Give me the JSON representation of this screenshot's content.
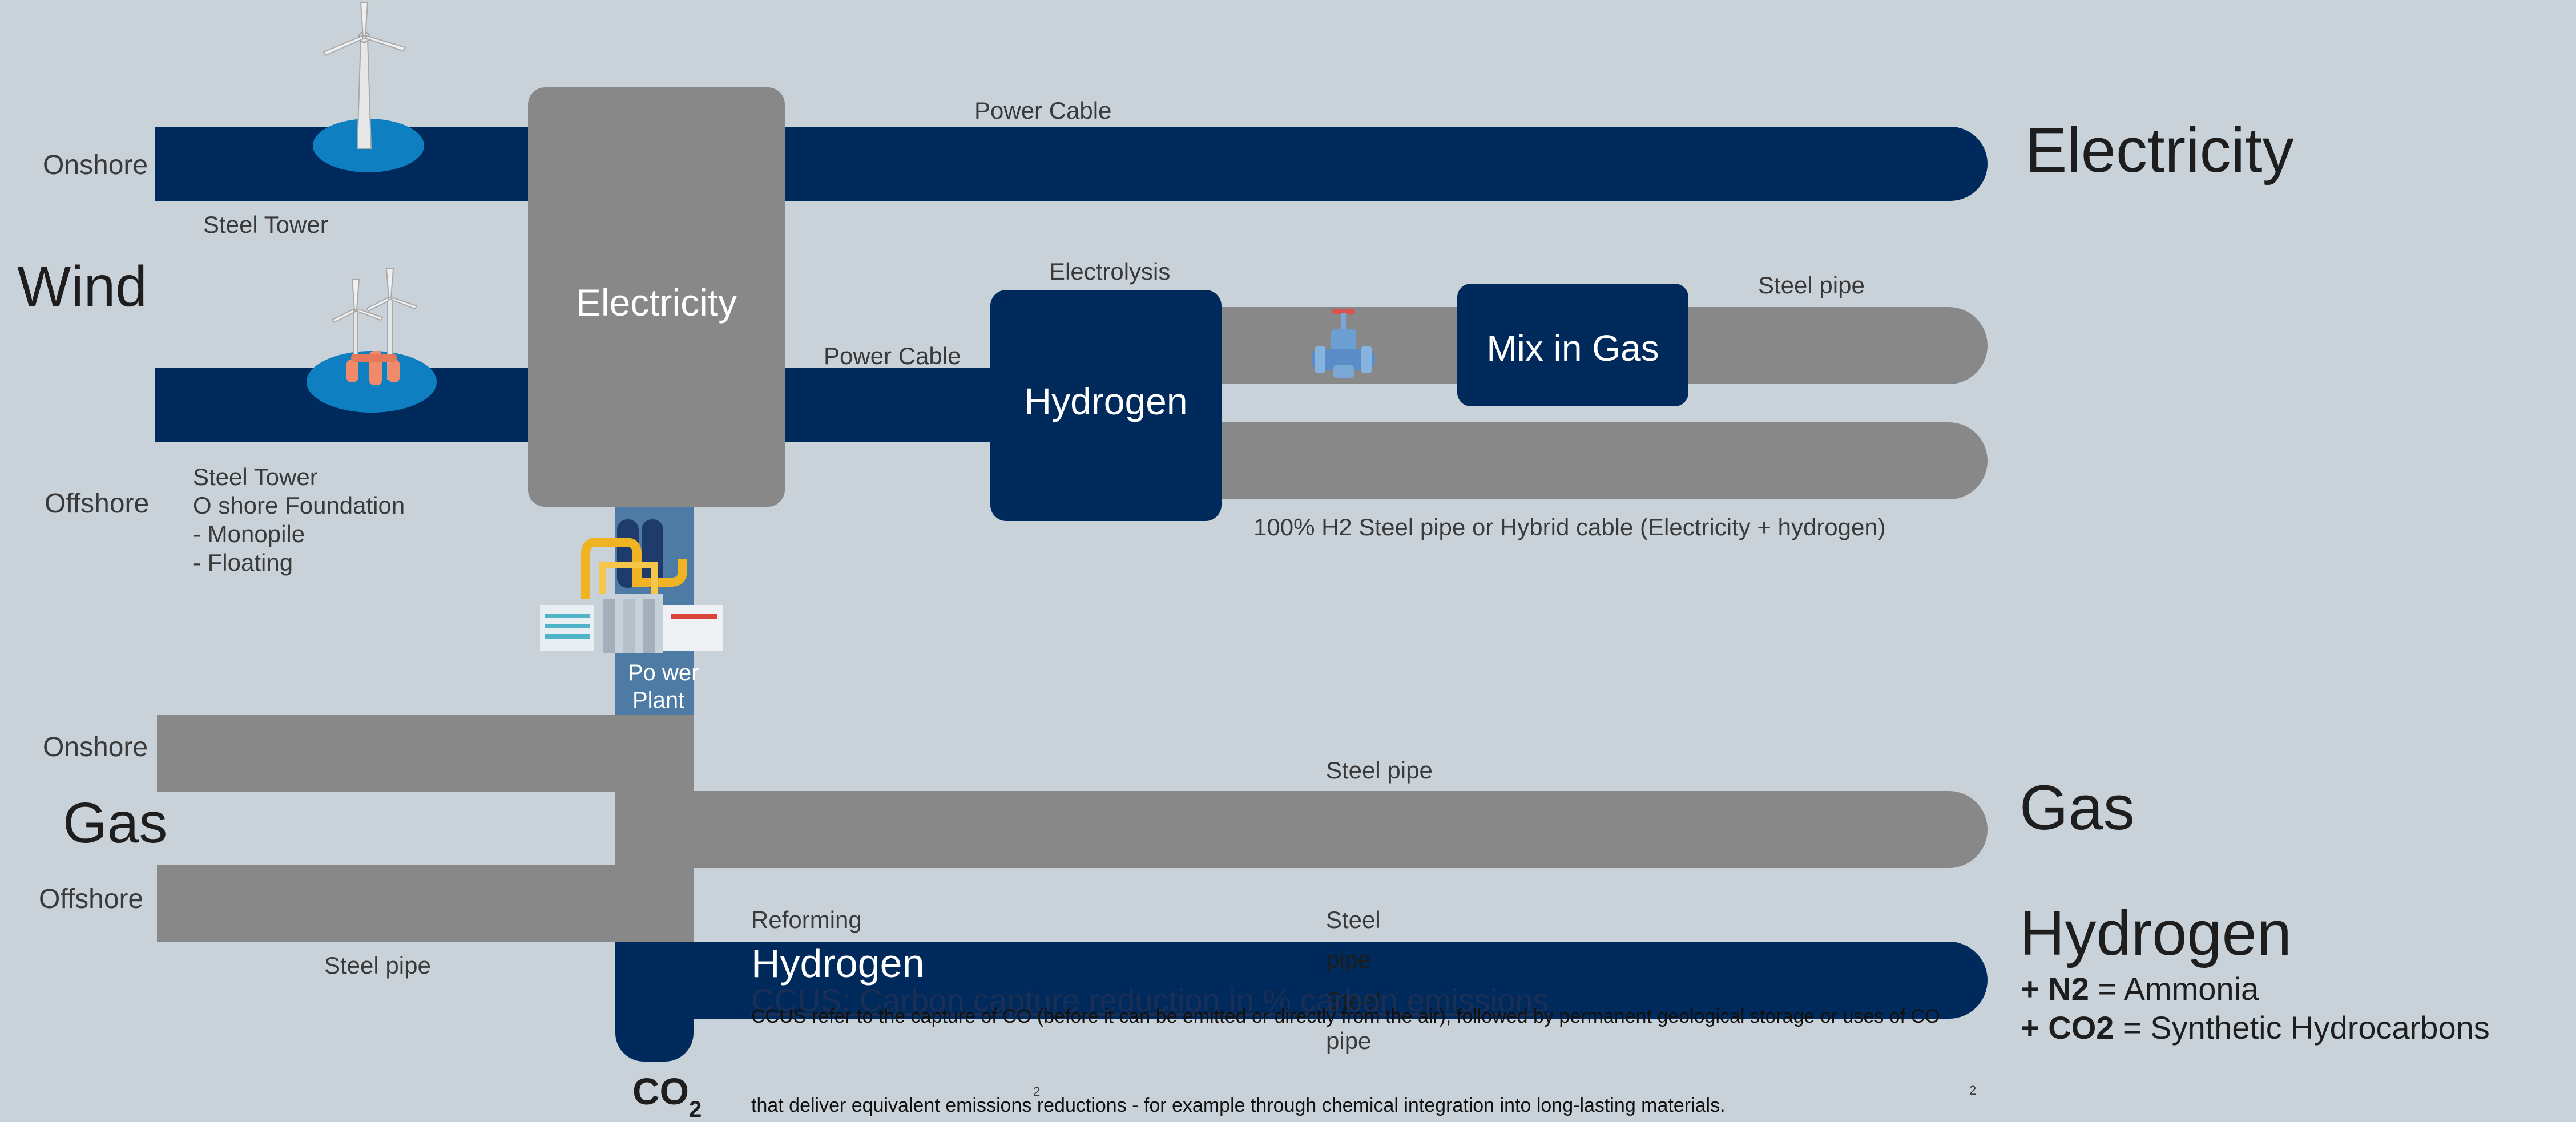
{
  "diagram": {
    "wind": {
      "title": "Wind",
      "onshore_label": "Onshore",
      "offshore_label": "Offshore",
      "onshore_detail": "Steel Tower",
      "offshore_details": [
        "Steel Tower",
        "O shore Foundation",
        "- Monopile",
        "- Floating"
      ]
    },
    "gas_source": {
      "title": "Gas",
      "onshore_label": "Onshore",
      "offshore_label": "Offshore",
      "pipe_label": "Steel pipe"
    },
    "electricity_hub": {
      "label": "Electricity"
    },
    "power_plant": {
      "line1": "Po wer",
      "line2": "Plant"
    },
    "power_cable_top": "Power Cable",
    "power_cable_mid": "Power Cable",
    "electrolysis_label": "Electrolysis",
    "hydrogen_box": "Hydrogen",
    "mix_in_gas_box": "Mix in Gas",
    "steel_pipe_upper": "Steel pipe",
    "h2_pipe_note": "100% H2 Steel pipe or Hybrid cable (Electricity + hydrogen)",
    "gas_pipe_label": "Steel pipe",
    "reforming_label": "Reforming",
    "hydrogen_pipe_title": "Hydrogen",
    "steel_stacked": [
      "Steel",
      "pipe",
      "Steel",
      "pipe"
    ],
    "ccus_title": "CCUS: Carbon capture reduction in % carbon emissions",
    "ccus_text_1": "CCUS refer to the capture of CO (before it can be emitted or directly from the air), followed by permanent geological storage or uses of CO",
    "ccus_sub_2a": "2",
    "ccus_sub_2b": "2",
    "ccus_text_2": "that deliver equivalent emissions reductions - for example through chemical integration into long-lasting materials.",
    "co2_label": "CO",
    "co2_sub": "2",
    "outputs": {
      "electricity": "Electricity",
      "gas": "Gas",
      "hydrogen": "Hydrogen",
      "ammonia_prefix": "+ N2",
      "ammonia_text": " = Ammonia",
      "synth_prefix": "+ CO2",
      "synth_text": " = Synthetic Hydrocarbons"
    }
  },
  "colors": {
    "background": "#c9d2d8",
    "navy": "#002a5c",
    "grey": "#888888",
    "water": "#0e7fc0",
    "powerplant_column": "#4d7ba3"
  }
}
